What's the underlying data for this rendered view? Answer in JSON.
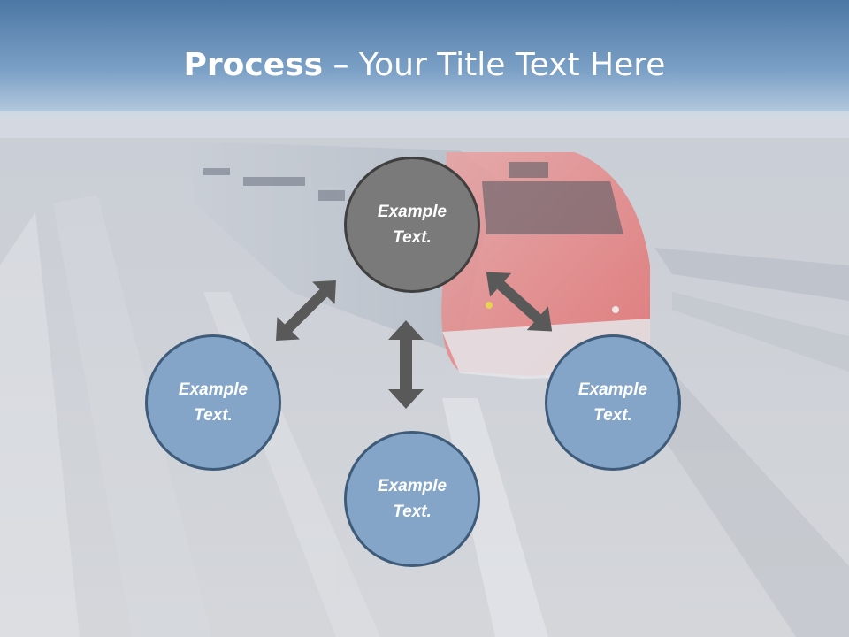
{
  "slide": {
    "title_bold": "Process",
    "title_rest": " – Your Title Text Here"
  },
  "diagram": {
    "center_node": "Example Text.",
    "left_node": "Example Text.",
    "bottom_node": "Example Text.",
    "right_node": "Example Text."
  },
  "colors": {
    "header": "#5f8cbb",
    "center_node_fill": "#7a7a7a",
    "outer_node_fill": "#84a5c8",
    "arrow": "#595959"
  }
}
